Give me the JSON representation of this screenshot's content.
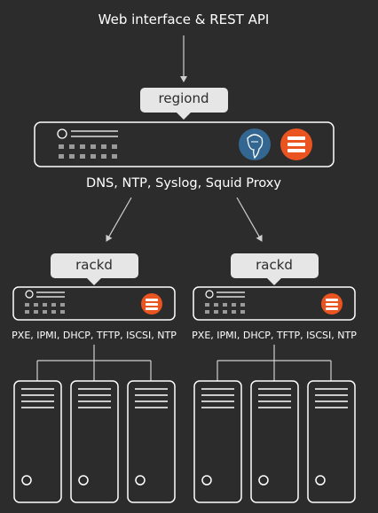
{
  "title": "Web interface & REST API",
  "region": {
    "label": "regiond",
    "services": "DNS, NTP, Syslog, Squid Proxy",
    "icons": [
      "postgresql-icon",
      "storage-icon"
    ]
  },
  "racks": [
    {
      "label": "rackd",
      "services": "PXE, IPMI, DHCP, TFTP, ISCSI, NTP",
      "machines": 3
    },
    {
      "label": "rackd",
      "services": "PXE, IPMI, DHCP, TFTP, ISCSI, NTP",
      "machines": 3
    }
  ],
  "colors": {
    "background": "#2c2c2c",
    "stroke": "#ffffff",
    "label_bg": "#e6e6e6",
    "db_blue": "#336791",
    "accent_orange": "#e95420"
  }
}
